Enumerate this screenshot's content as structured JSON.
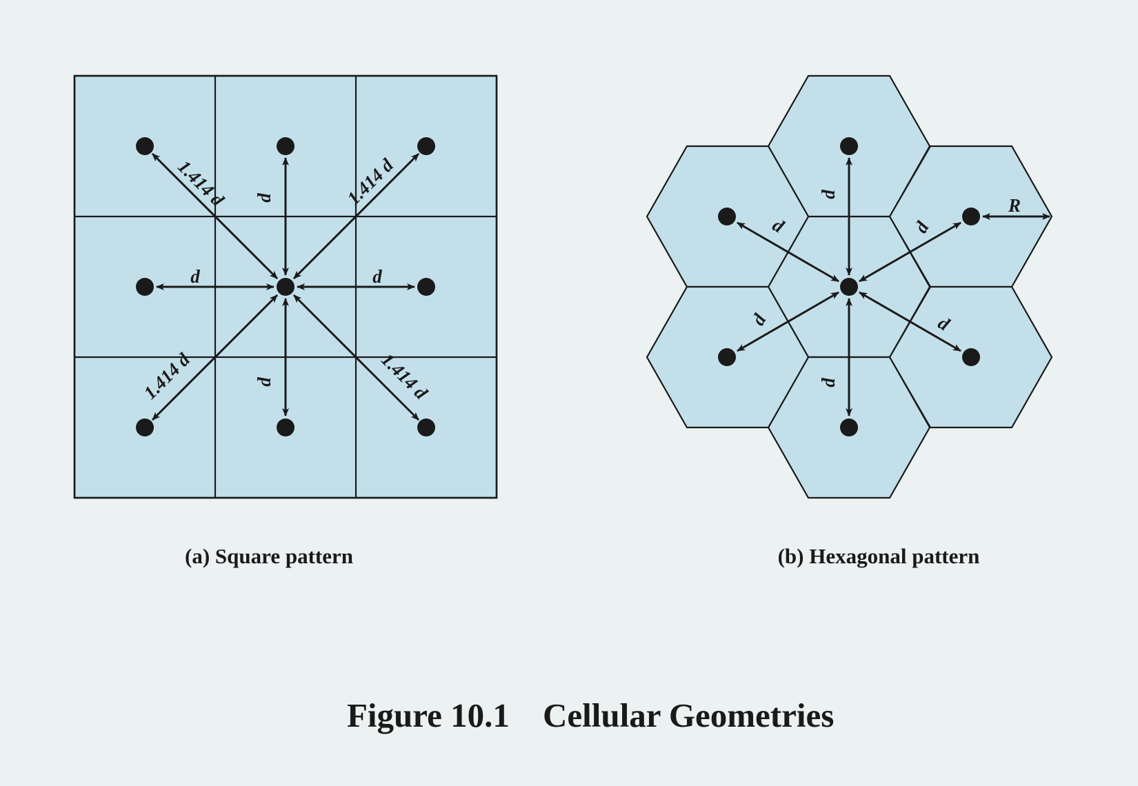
{
  "figure": {
    "caption_number": "Figure 10.1",
    "caption_title": "Cellular Geometries",
    "colors": {
      "background": "#ecf1f2",
      "cell_fill": "#c3e0ea",
      "ink": "#1a1a1a"
    }
  },
  "square": {
    "caption": "(a) Square pattern",
    "labels": {
      "up_left": "1.414 d",
      "up": "d",
      "up_right": "1.414 d",
      "left": "d",
      "right": "d",
      "down_left": "1.414 d",
      "down": "d",
      "down_right": "1.414 d"
    }
  },
  "hex": {
    "caption": "(b) Hexagonal pattern",
    "labels": {
      "up": "d",
      "up_left": "d",
      "up_right": "d",
      "down_left": "d",
      "down": "d",
      "down_right": "d",
      "radius": "R"
    }
  }
}
